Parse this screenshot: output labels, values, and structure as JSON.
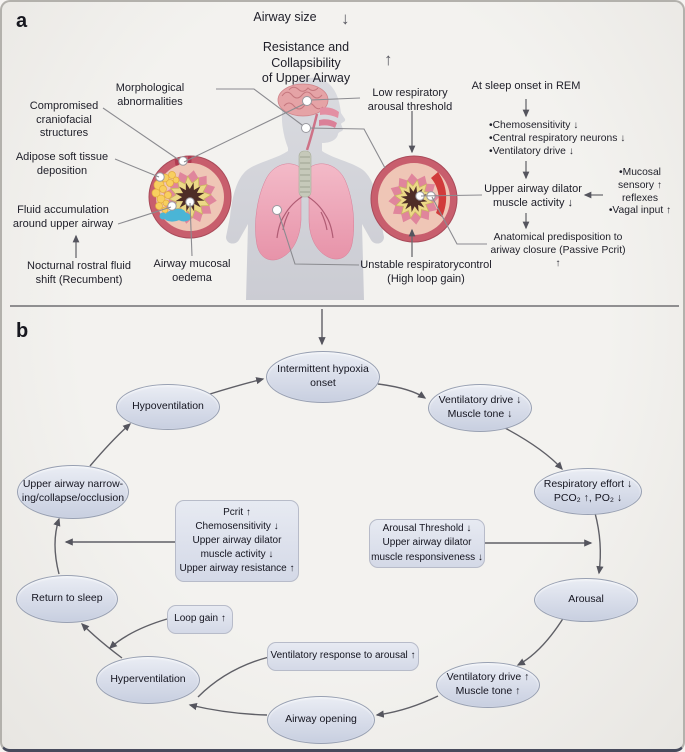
{
  "colors": {
    "background": "#f0efec",
    "node_fill_top": "#eaedf4",
    "node_fill_bottom": "#c8cfe0",
    "node_border": "#98a0b2",
    "arrow": "#5a5a62",
    "connector": "#8b8b90",
    "airway_ring": "#c85e6d",
    "airway_mucosa": "#e0859c",
    "airway_submucosa": "#ecd887",
    "airway_lumen": "#4e2d26",
    "adipose_yellow": "#f8cf5f",
    "fluid_blue": "#4ab5d6",
    "oedema_red": "#d13b3b",
    "lung_pink": "#eda4b6",
    "silhouette_grey": "#d4d5da"
  },
  "panel_a": {
    "label": "a",
    "top": {
      "airway_size": "Airway size",
      "airway_size_direction": "↓",
      "resistance": "Resistance and Collapsibility\nof Upper Airway",
      "resistance_direction": "↑"
    },
    "left_labels": {
      "morphological": "Morphological abnormalities",
      "craniofacial": "Compromised\ncraniofacial\nstructures",
      "adipose": "Adipose soft tissue\ndeposition",
      "fluid": "Fluid accumulation\naround upper airway",
      "nocturnal": "Nocturnal rostral fluid\nshift (Recumbent)",
      "oedema": "Airway mucosal\noedema"
    },
    "right_labels": {
      "low_arousal": "Low respiratory\narousal threshold",
      "rem": "At sleep onset in REM",
      "bullets": "•Chemosensitivity ↓\n•Central respiratory neurons ↓\n•Ventilatory drive ↓",
      "dilator": "Upper airway dilator\nmuscle activity ↓",
      "mucosal": "•Mucosal\nsensory ↑\nreflexes\n•Vagal input ↑",
      "anatomical": "Anatomical predisposition to\nariway closure (Passive Pcrit) ↑",
      "unstable": "Unstable respiratorycontrol\n(High loop gain)"
    }
  },
  "panel_b": {
    "label": "b",
    "nodes": [
      {
        "id": "intermittent-hypoxia-onset",
        "label": "Intermittent hypoxia\nonset"
      },
      {
        "id": "ventilatory-drive-down",
        "label": "Ventilatory drive ↓\nMuscle tone ↓"
      },
      {
        "id": "respiratory-effort",
        "label": "Respiratory effort ↓\nPCO₂ ↑, PO₂ ↓"
      },
      {
        "id": "arousal",
        "label": "Arousal"
      },
      {
        "id": "ventilatory-drive-up",
        "label": "Ventilatory drive ↑\nMuscle tone ↑"
      },
      {
        "id": "airway-opening",
        "label": "Airway opening"
      },
      {
        "id": "hyperventilation",
        "label": "Hyperventilation"
      },
      {
        "id": "return-to-sleep",
        "label": "Return to sleep"
      },
      {
        "id": "upper-airway-narrowing",
        "label": "Upper airway narrow-\ning/collapse/occlusion"
      },
      {
        "id": "hypoventilation",
        "label": "Hypoventilation"
      }
    ],
    "boxes": [
      {
        "id": "pcrit",
        "label": "Pcrit ↑\nChemosensitivity ↓\nUpper airway dilator\nmuscle activity ↓\nUpper airway resistance ↑"
      },
      {
        "id": "arousal-threshold",
        "label": "Arousal Threshold ↓\nUpper airway dilator\nmuscle responsiveness ↓"
      },
      {
        "id": "loop-gain",
        "label": "Loop gain ↑"
      },
      {
        "id": "ventilatory-response",
        "label": "Ventilatory response to arousal ↑"
      }
    ]
  }
}
